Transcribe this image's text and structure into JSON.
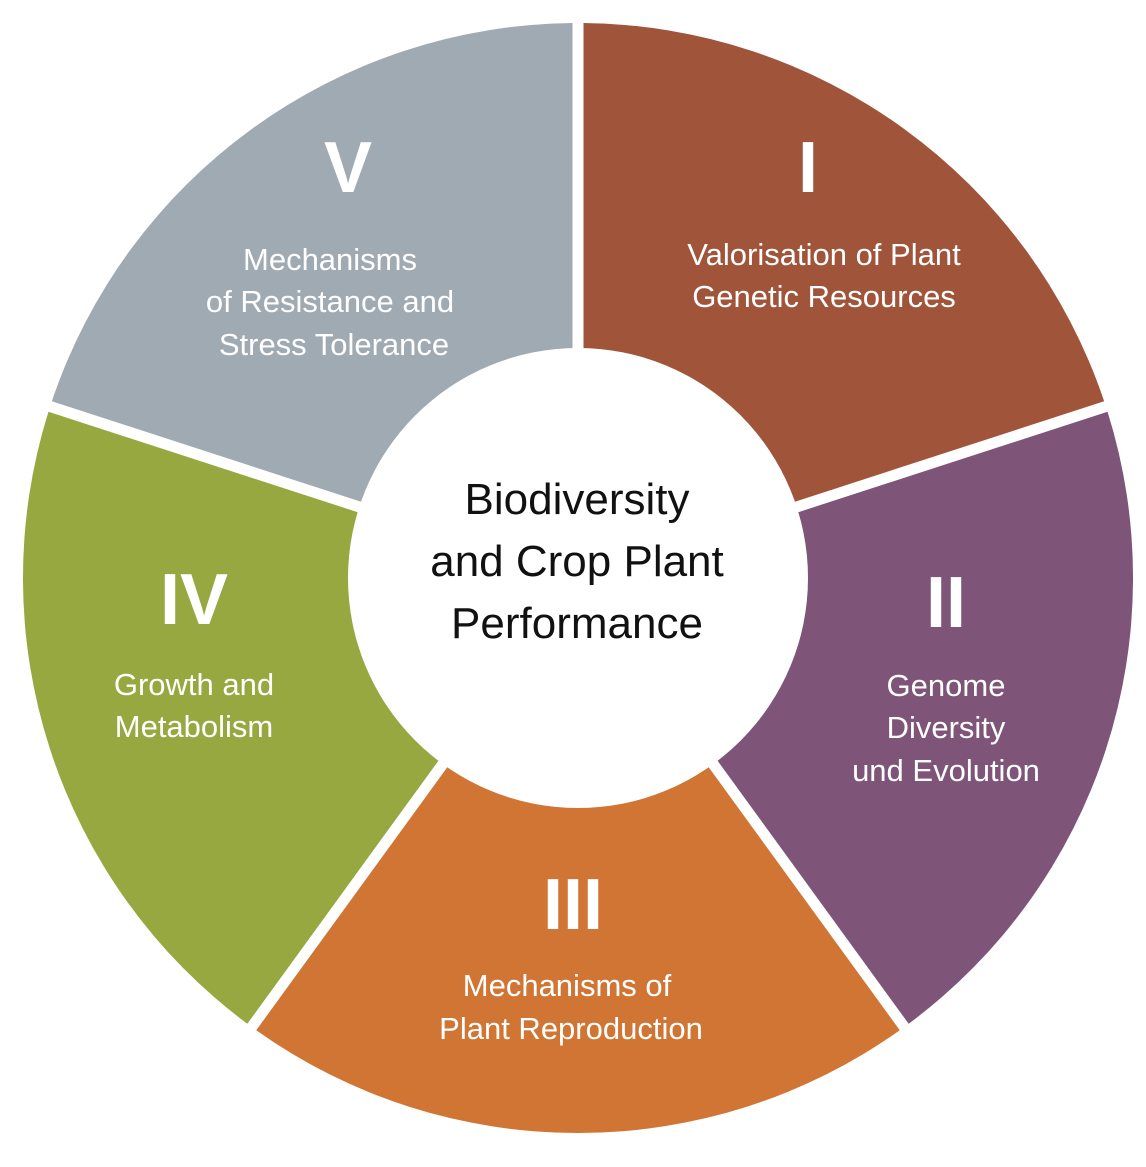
{
  "center": {
    "lines": [
      "Biodiversity",
      "and Crop Plant",
      "Performance"
    ]
  },
  "segments": [
    {
      "id": "I",
      "numeral": "I",
      "lines": [
        "Valorisation of Plant",
        "Genetic Resources"
      ],
      "color": "#A0553A"
    },
    {
      "id": "II",
      "numeral": "II",
      "lines": [
        "Genome",
        "Diversity",
        "und Evolution"
      ],
      "color": "#7E5478"
    },
    {
      "id": "III",
      "numeral": "III",
      "lines": [
        "Mechanisms of",
        "Plant Reproduction"
      ],
      "color": "#D07533"
    },
    {
      "id": "IV",
      "numeral": "IV",
      "lines": [
        "Growth and",
        "Metabolism"
      ],
      "color": "#97A840"
    },
    {
      "id": "V",
      "numeral": "V",
      "lines": [
        "Mechanisms",
        "of Resistance and",
        "Stress Tolerance"
      ],
      "color": "#A0AAB2"
    }
  ],
  "colors": {
    "background": "#FFFFFF",
    "center_fill": "#FFFFFF",
    "center_text": "#111111",
    "segment_text": "#FFFFFF"
  }
}
